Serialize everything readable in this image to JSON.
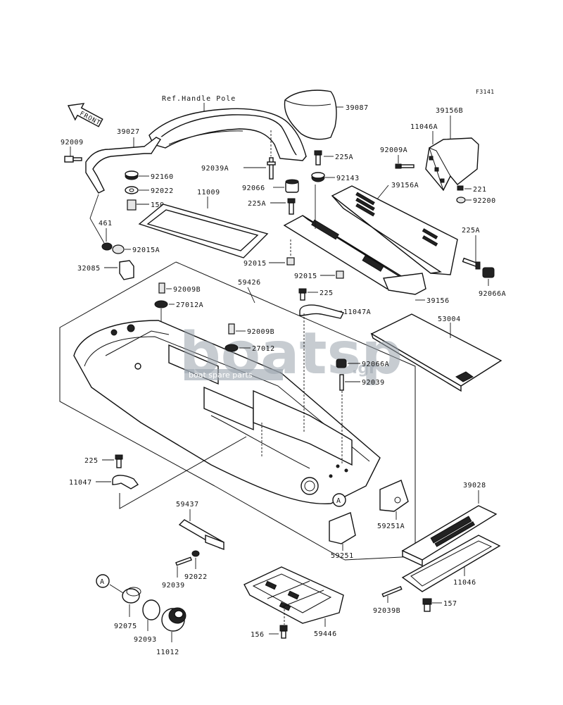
{
  "figure_code": "F3141",
  "front_label": "FRONT",
  "ref_label": "Ref.Handle Pole",
  "callout_marker": "A",
  "watermark": {
    "brand": "boatsp",
    "tld": ".gr",
    "tagline": "boat spare parts",
    "color": "#9aa3ad"
  },
  "labels": {
    "l_39087": "39087",
    "l_39027": "39027",
    "l_92009": "92009",
    "l_92160": "92160",
    "l_92022a": "92022",
    "l_150": "150",
    "l_11009": "11009",
    "l_461": "461",
    "l_92015A": "92015A",
    "l_32085": "32085",
    "l_92039A": "92039A",
    "l_225A_1": "225A",
    "l_92066": "92066",
    "l_92143": "92143",
    "l_225A_2": "225A",
    "l_92009A": "92009A",
    "l_39156B": "39156B",
    "l_11046A": "11046A",
    "l_39156A": "39156A",
    "l_221": "221",
    "l_92200": "92200",
    "l_225A_3": "225A",
    "l_92015a": "92015",
    "l_92015b": "92015",
    "l_92066A": "92066A",
    "l_59426": "59426",
    "l_92009B_1": "92009B",
    "l_27012A": "27012A",
    "l_225": "225",
    "l_11047A": "11047A",
    "l_39156": "39156",
    "l_53004": "53004",
    "l_92009B_2": "92009B",
    "l_27012": "27012",
    "l_92066A_2": "92066A",
    "l_92039": "92039",
    "l_225_left": "225",
    "l_11047": "11047",
    "l_39028": "39028",
    "l_59437": "59437",
    "l_59251A": "59251A",
    "l_59251": "59251",
    "l_11046": "11046",
    "l_92039_2": "92039",
    "l_92022b": "92022",
    "l_92039B": "92039B",
    "l_157": "157",
    "l_92075": "92075",
    "l_92093": "92093",
    "l_11012": "11012",
    "l_156": "156",
    "l_59446": "59446"
  }
}
